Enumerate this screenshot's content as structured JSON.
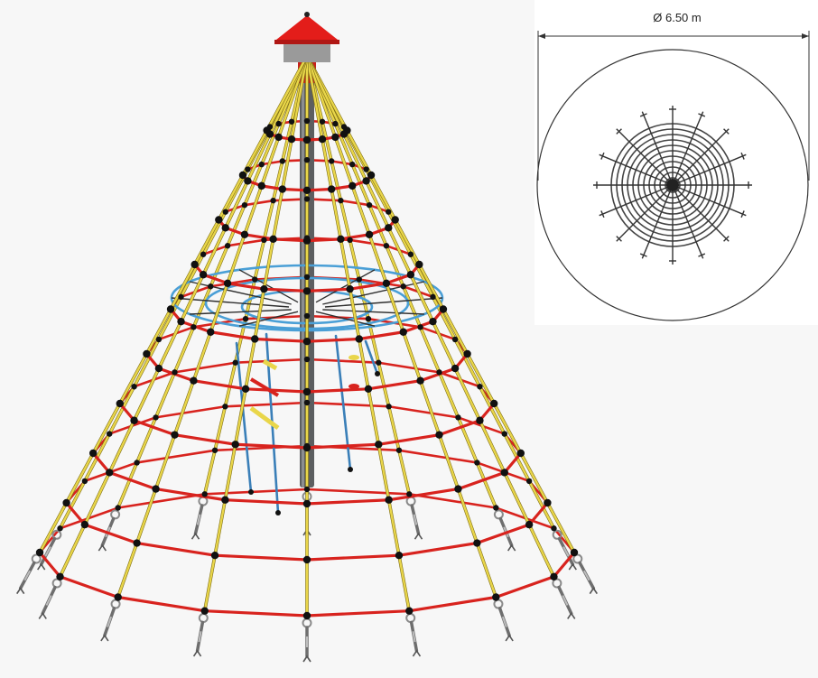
{
  "plan_view": {
    "diameter_label": "Ø 6.50 m"
  },
  "colors": {
    "rope_yellow": "#e9d64a",
    "ring_red": "#d8231e",
    "ring_blue": "#4a9fd6",
    "pole_grey": "#5c5e60",
    "knot_black": "#111111",
    "cap_red": "#e31d1a"
  },
  "icons": [
    "spider-net-pyramid",
    "plan-view-circle"
  ]
}
